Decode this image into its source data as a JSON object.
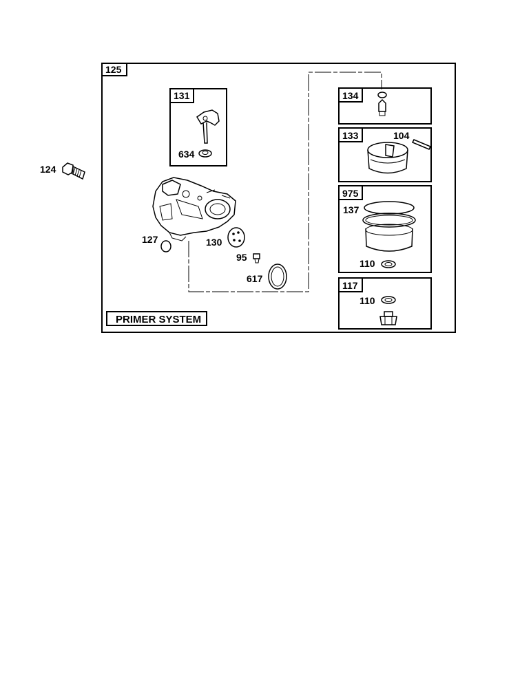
{
  "diagram": {
    "main_assembly": "125",
    "section_title": "PRIMER SYSTEM",
    "standalone_part": "124",
    "kits": {
      "k131": {
        "number": "131",
        "parts": [
          "634"
        ]
      },
      "k134": {
        "number": "134"
      },
      "k133": {
        "number": "133",
        "parts": [
          "104"
        ]
      },
      "k975": {
        "number": "975",
        "parts": [
          "137",
          "110"
        ]
      },
      "k117": {
        "number": "117",
        "parts": [
          "110"
        ]
      }
    },
    "loose_parts": {
      "p127": "127",
      "p130": "130",
      "p95": "95",
      "p617": "617"
    }
  }
}
